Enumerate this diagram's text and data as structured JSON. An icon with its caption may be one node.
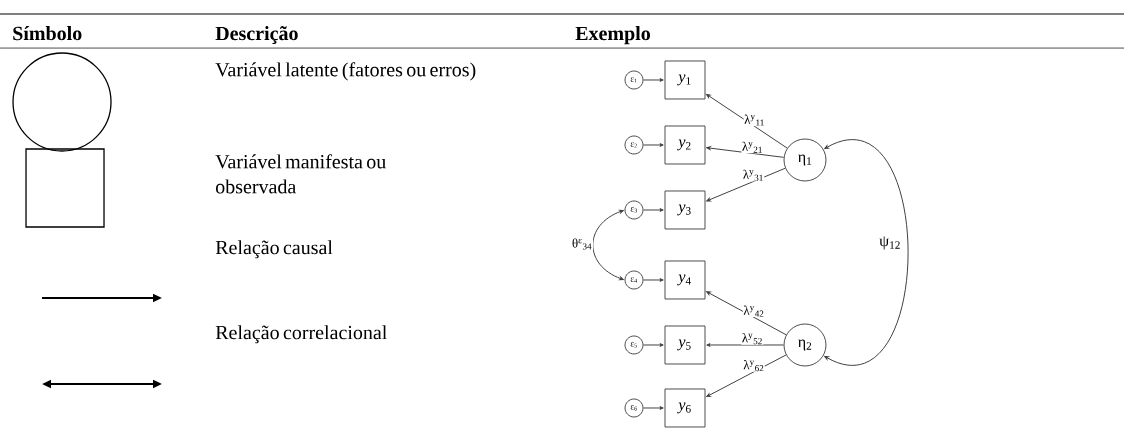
{
  "diagram": {
    "nodes": [
      {
        "text": [],
        "shape": "circle"
      },
      {
        "text": [],
        "shape": "box"
      },
      {
        "text": [
          "ε$_{1}$"
        ]
      },
      {
        "text": [
          "*y*$_{1}$"
        ]
      },
      {
        "text": [
          "ε$_{2}$"
        ]
      },
      {
        "text": [
          "*y*$_{2}$"
        ]
      },
      {
        "text": [
          "η$_{1}$"
        ]
      },
      {
        "text": [
          "ε$_{3}$"
        ]
      },
      {
        "text": [
          "*y*$_{3}$"
        ]
      },
      {
        "text": [
          "ε$_{4}$"
        ]
      },
      {
        "text": [
          "*y*$_{4}$"
        ]
      },
      {
        "text": [
          "ε$_{5}$"
        ]
      },
      {
        "text": [
          "*y*$_{5}$"
        ]
      },
      {
        "text": [
          "η$_{2}$"
        ]
      },
      {
        "text": [
          "ε$_{6}$"
        ]
      },
      {
        "text": [
          "*y*$_{6}$"
        ]
      }
    ],
    "edges": [
      {
        "from": 2,
        "to": 3,
        "arrow": "to"
      },
      {
        "from": 4,
        "to": 5,
        "arrow": "to"
      },
      {
        "from": 7,
        "to": 8,
        "arrow": "to"
      },
      {
        "from": 9,
        "to": 10,
        "arrow": "to"
      },
      {
        "from": 11,
        "to": 12,
        "arrow": "to"
      },
      {
        "from": 14,
        "to": 15,
        "arrow": "to"
      },
      {
        "from": 6,
        "to": 3,
        "arrow": "to",
        "label": "λ$^{y}$$_{11}$"
      },
      {
        "from": 6,
        "to": 5,
        "arrow": "to",
        "label": "λ$^{y}$$_{21}$"
      },
      {
        "from": 6,
        "to": 8,
        "arrow": "to",
        "label": "λ$^{y}$$_{31}$"
      },
      {
        "from": 13,
        "to": 10,
        "arrow": "to",
        "label": "λ$^{y}$$_{42}$"
      },
      {
        "from": 13,
        "to": 12,
        "arrow": "to",
        "label": "λ$^{y}$$_{52}$"
      },
      {
        "from": 13,
        "to": 15,
        "arrow": "to",
        "label": "λ$^{y}$$_{62}$"
      },
      {
        "from": 7,
        "to": 9,
        "arrow": "both",
        "label": "θ$^{ε}$$_{34}$"
      },
      {
        "from": 6,
        "to": 13,
        "arrow": "both",
        "label": "ψ$_{12}$"
      }
    ],
    "labels": [
      "Símbolo",
      "Descrição",
      "Exemplo",
      "Variável latente (fatores ou erros)",
      "Variável manifesta ou observada",
      "Relação causal",
      "Relação correlacional"
    ]
  }
}
